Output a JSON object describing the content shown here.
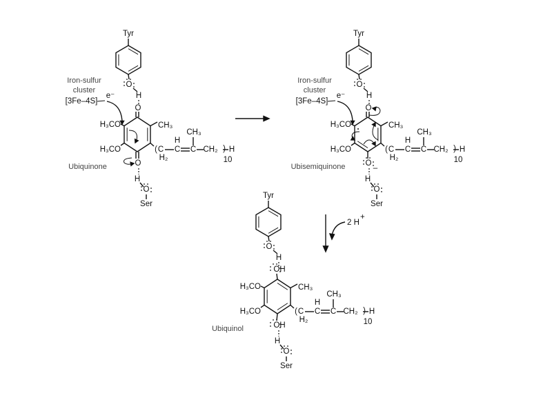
{
  "labels": {
    "tyr": "Tyr",
    "ser": "Ser",
    "cluster_line1": "Iron-sulfur",
    "cluster_line2": "cluster",
    "cluster_name": "[3Fe–4S]",
    "electron": "e⁻",
    "oxygen": "O",
    "hydrogen": "H",
    "hydroxyl": "OH",
    "methoxy": "H₃CO",
    "methyl": "CH₃",
    "carbon": "C",
    "methylene": "CH₂",
    "h2": "H₂",
    "repeat": "10",
    "anion_charge": "–",
    "protons": "2 H",
    "protons_charge": "+"
  },
  "molecules": [
    {
      "name": "Ubiquinone",
      "state": "quinone"
    },
    {
      "name": "Ubisemiquinone",
      "state": "semiquinone"
    },
    {
      "name": "Ubiquinol",
      "state": "quinol"
    }
  ]
}
